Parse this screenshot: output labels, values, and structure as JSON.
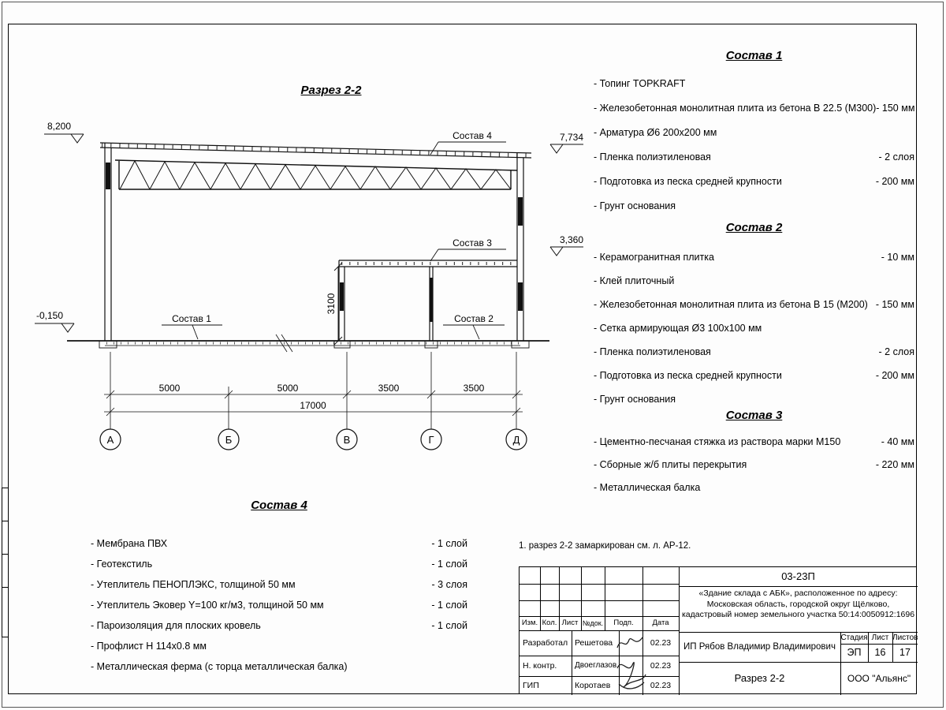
{
  "drawing": {
    "section_title": "Разрез 2-2",
    "elev_top_left": "8,200",
    "elev_top_right": "7,734",
    "elev_mid_right": "3,360",
    "elev_floor": "-0,150",
    "label_sostav1": "Состав 1",
    "label_sostav2": "Состав 2",
    "label_sostav3": "Состав 3",
    "label_sostav4": "Состав 4",
    "dim_height": "3100",
    "dims": [
      "5000",
      "5000",
      "3500",
      "3500"
    ],
    "dim_total": "17000",
    "axes": [
      "А",
      "Б",
      "В",
      "Г",
      "Д"
    ]
  },
  "comp1": {
    "title": "Состав 1",
    "items": [
      {
        "name": "- Топинг TOPKRAFT",
        "value": ""
      },
      {
        "name": "- Железобетонная  монолитная плита из бетона  В 22.5 (М300)- 150 мм",
        "value": ""
      },
      {
        "name": "- Арматура Ø6 200x200 мм",
        "value": ""
      },
      {
        "name": "- Пленка полиэтиленовая",
        "value": "-  2 слоя"
      },
      {
        "name": "- Подготовка из песка средней  крупности",
        "value": "- 200 мм"
      },
      {
        "name": "- Грунт основания",
        "value": ""
      }
    ]
  },
  "comp2": {
    "title": "Состав 2",
    "items": [
      {
        "name": "- Керамогранитная плитка",
        "value": "- 10 мм"
      },
      {
        "name": "- Клей плиточный",
        "value": ""
      },
      {
        "name": "- Железобетонная  монолитная плита из бетона В 15 (М200)",
        "value": "- 150 мм"
      },
      {
        "name": "- Сетка армирующая Ø3 100x100 мм",
        "value": ""
      },
      {
        "name": "- Пленка полиэтиленовая",
        "value": "-  2 слоя"
      },
      {
        "name": "- Подготовка из песка средней  крупности",
        "value": "- 200 мм"
      },
      {
        "name": "- Грунт основания",
        "value": ""
      }
    ]
  },
  "comp3": {
    "title": "Состав 3",
    "items": [
      {
        "name": "- Цементно-песчаная стяжка  из раствора марки М150",
        "value": "- 40 мм"
      },
      {
        "name": "- Сборные ж/б плиты перекрытия",
        "value": "- 220 мм"
      },
      {
        "name": "- Металлическая  балка",
        "value": ""
      }
    ]
  },
  "comp4": {
    "title": "Состав 4",
    "items": [
      {
        "name": "- Мембрана ПВХ",
        "value": "- 1 слой"
      },
      {
        "name": "- Геотекстиль",
        "value": "- 1 слой"
      },
      {
        "name": "- Утеплитель ПЕНОПЛЭКС, толщиной 50 мм",
        "value": "- 3 слоя"
      },
      {
        "name": "- Утеплитель Эковер Y=100 кг/м3, толщиной 50 мм",
        "value": "- 1 слой"
      },
      {
        "name": "- Пароизоляция для плоских кровель",
        "value": "- 1 слой"
      },
      {
        "name": "- Профлист Н 114х0.8 мм",
        "value": ""
      },
      {
        "name": "- Металлическая ферма (с торца металлическая балка)",
        "value": ""
      }
    ]
  },
  "note": "1. разрез 2-2 замаркирован см. л. АР-12.",
  "titleblock": {
    "doc_number": "03-23П",
    "project_line1": "«Здание склада с АБК», расположенное по адресу:",
    "project_line2": "Московская область, городской округ Щёлково,",
    "project_line3": "кадастровый номер земельного участка 50:14:0050912:1696",
    "col_izm": "Изм.",
    "col_kol": "Кол.",
    "col_list": "Лист",
    "col_dok": "№док.",
    "col_podp": "Подп.",
    "col_data": "Дата",
    "row1_role": "Разработал",
    "row1_name": "Решетова",
    "row1_date": "02.23",
    "row2_role": "Н. контр.",
    "row2_name": "Двоеглазов",
    "row2_date": "02.23",
    "row3_role": "ГИП",
    "row3_name": "Коротаев",
    "row3_date": "02.23",
    "client": "ИП Рябов Владимир Владимирович",
    "stage_label": "Стадия",
    "sheet_label": "Лист",
    "sheets_label": "Листов",
    "stage": "ЭП",
    "sheet_num": "16",
    "sheets_total": "17",
    "drawing_name": "Разрез 2-2",
    "company": "ООО \"Альянс\""
  }
}
